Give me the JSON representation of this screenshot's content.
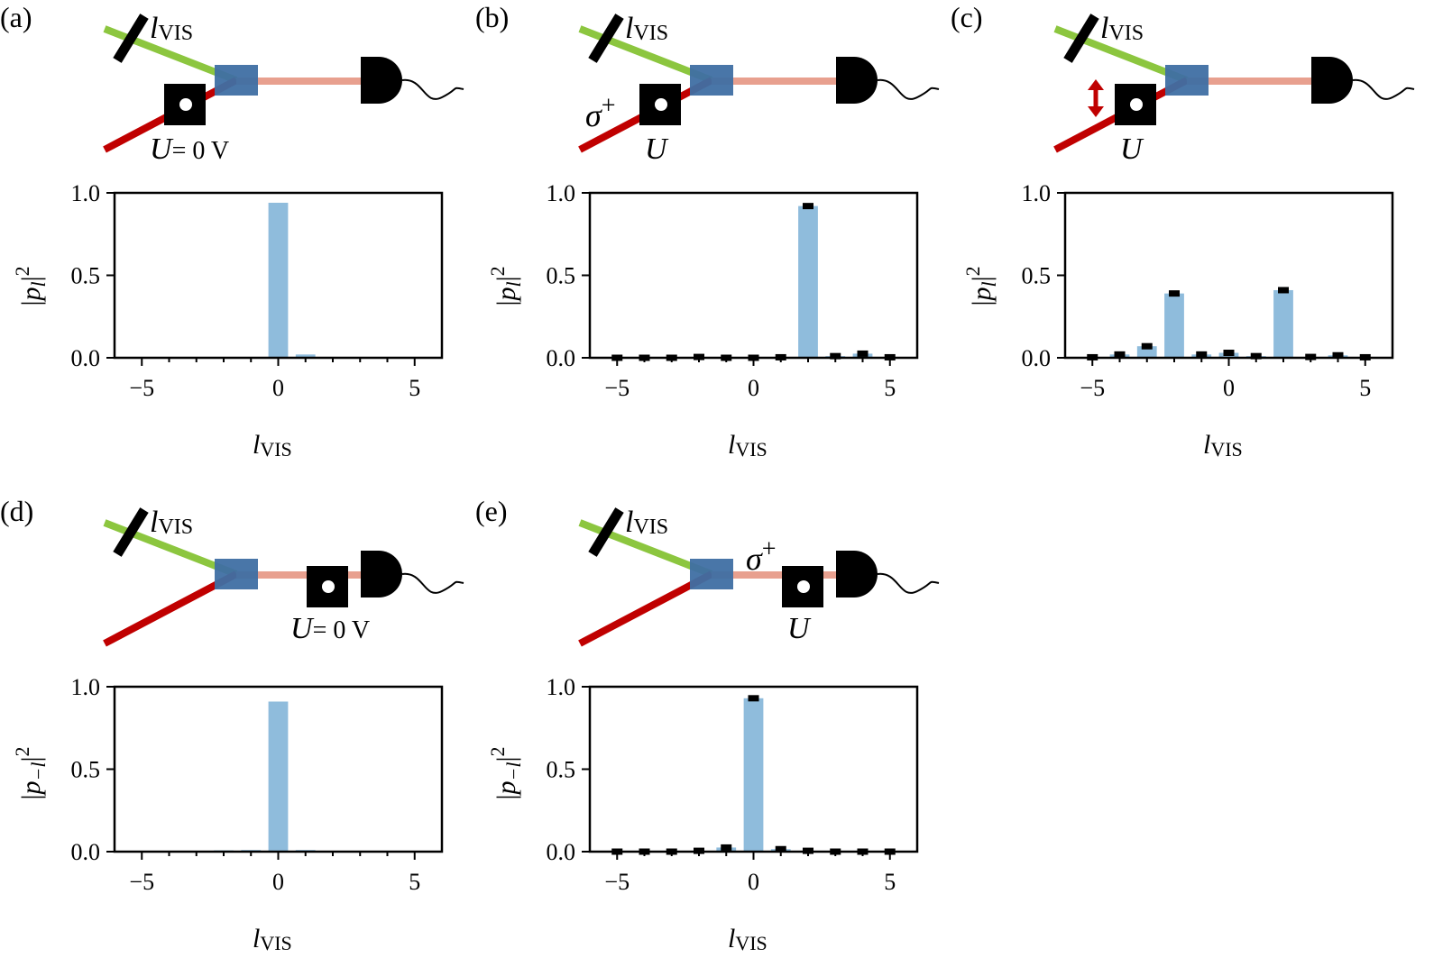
{
  "figure": {
    "panels": [
      {
        "id": "a",
        "label": "(a)",
        "diagram": {
          "mirror_label": "l",
          "mirror_label_sub": "VIS",
          "modulator_position": "input",
          "modulator_label": "U",
          "modulator_label_suffix": "= 0 V",
          "polarization_label": "",
          "polarization_label_sup": "",
          "arrow": false
        },
        "chart_data": {
          "type": "bar",
          "xlabel": "l",
          "xlabel_sub": "VIS",
          "ylabel": "|p_l|²",
          "ylabel_parts": {
            "open": "|p",
            "sub": "l",
            "close": "|",
            "sup": "2"
          },
          "xlim": [
            -6,
            6
          ],
          "ylim": [
            0,
            1
          ],
          "xticks": [
            -5,
            0,
            5
          ],
          "xtick_labels": [
            "−5",
            "0",
            "5"
          ],
          "yticks": [
            0,
            0.5,
            1
          ],
          "ytick_labels": [
            "0.0",
            "0.5",
            "1.0"
          ],
          "x": [
            -5,
            -4,
            -3,
            -2,
            -1,
            0,
            1,
            2,
            3,
            4,
            5
          ],
          "values": [
            0,
            0,
            0,
            0,
            0,
            0.94,
            0.02,
            0,
            0,
            0,
            0
          ],
          "error_bars": false,
          "color": "#8fbcdc"
        }
      },
      {
        "id": "b",
        "label": "(b)",
        "diagram": {
          "mirror_label": "l",
          "mirror_label_sub": "VIS",
          "modulator_position": "input",
          "modulator_label": "U",
          "modulator_label_suffix": "",
          "polarization_label": "σ",
          "polarization_label_sup": "+",
          "arrow": false
        },
        "chart_data": {
          "type": "bar",
          "xlabel": "l",
          "xlabel_sub": "VIS",
          "ylabel": "|p_l|²",
          "ylabel_parts": {
            "open": "|p",
            "sub": "l",
            "close": "|",
            "sup": "2"
          },
          "xlim": [
            -6,
            6
          ],
          "ylim": [
            0,
            1
          ],
          "xticks": [
            -5,
            0,
            5
          ],
          "xtick_labels": [
            "−5",
            "0",
            "5"
          ],
          "yticks": [
            0,
            0.5,
            1
          ],
          "ytick_labels": [
            "0.0",
            "0.5",
            "1.0"
          ],
          "x": [
            -5,
            -4,
            -3,
            -2,
            -1,
            0,
            1,
            2,
            3,
            4,
            5
          ],
          "values": [
            0,
            0,
            0,
            0.005,
            0,
            0,
            0.003,
            0.92,
            0.01,
            0.025,
            0.003
          ],
          "error_bars": true,
          "color": "#8fbcdc"
        }
      },
      {
        "id": "c",
        "label": "(c)",
        "diagram": {
          "mirror_label": "l",
          "mirror_label_sub": "VIS",
          "modulator_position": "input",
          "modulator_label": "U",
          "modulator_label_suffix": "",
          "polarization_label": "",
          "polarization_label_sup": "",
          "arrow": true
        },
        "chart_data": {
          "type": "bar",
          "xlabel": "l",
          "xlabel_sub": "VIS",
          "ylabel": "|p_l|²",
          "ylabel_parts": {
            "open": "|p",
            "sub": "l",
            "close": "|",
            "sup": "2"
          },
          "xlim": [
            -6,
            6
          ],
          "ylim": [
            0,
            1
          ],
          "xticks": [
            -5,
            0,
            5
          ],
          "xtick_labels": [
            "−5",
            "0",
            "5"
          ],
          "yticks": [
            0,
            0.5,
            1
          ],
          "ytick_labels": [
            "0.0",
            "0.5",
            "1.0"
          ],
          "x": [
            -5,
            -4,
            -3,
            -2,
            -1,
            0,
            1,
            2,
            3,
            4,
            5
          ],
          "values": [
            0.003,
            0.02,
            0.07,
            0.39,
            0.02,
            0.03,
            0.01,
            0.41,
            0.005,
            0.015,
            0.003
          ],
          "error_bars": true,
          "color": "#8fbcdc"
        }
      },
      {
        "id": "d",
        "label": "(d)",
        "diagram": {
          "mirror_label": "l",
          "mirror_label_sub": "VIS",
          "modulator_position": "output",
          "modulator_label": "U",
          "modulator_label_suffix": "= 0 V",
          "polarization_label": "",
          "polarization_label_sup": "",
          "arrow": false
        },
        "chart_data": {
          "type": "bar",
          "xlabel": "l",
          "xlabel_sub": "VIS",
          "ylabel": "|p_−l|²",
          "ylabel_parts": {
            "open": "|p",
            "sub": "−l",
            "close": "|",
            "sup": "2"
          },
          "xlim": [
            -6,
            6
          ],
          "ylim": [
            0,
            1
          ],
          "xticks": [
            -5,
            0,
            5
          ],
          "xtick_labels": [
            "−5",
            "0",
            "5"
          ],
          "yticks": [
            0,
            0.5,
            1
          ],
          "ytick_labels": [
            "0.0",
            "0.5",
            "1.0"
          ],
          "x": [
            -5,
            -4,
            -3,
            -2,
            -1,
            0,
            1,
            2,
            3,
            4,
            5
          ],
          "values": [
            0,
            0,
            0,
            0.008,
            0.01,
            0.91,
            0.01,
            0,
            0,
            0,
            0
          ],
          "error_bars": false,
          "color": "#8fbcdc"
        }
      },
      {
        "id": "e",
        "label": "(e)",
        "diagram": {
          "mirror_label": "l",
          "mirror_label_sub": "VIS",
          "modulator_position": "output",
          "modulator_label": "U",
          "modulator_label_suffix": "",
          "polarization_label": "σ",
          "polarization_label_sup": "+",
          "arrow": false
        },
        "chart_data": {
          "type": "bar",
          "xlabel": "l",
          "xlabel_sub": "VIS",
          "ylabel": "|p_−l|²",
          "ylabel_parts": {
            "open": "|p",
            "sub": "−l",
            "close": "|",
            "sup": "2"
          },
          "xlim": [
            -6,
            6
          ],
          "ylim": [
            0,
            1
          ],
          "xticks": [
            -5,
            0,
            5
          ],
          "xtick_labels": [
            "−5",
            "0",
            "5"
          ],
          "yticks": [
            0,
            0.5,
            1
          ],
          "ytick_labels": [
            "0.0",
            "0.5",
            "1.0"
          ],
          "x": [
            -5,
            -4,
            -3,
            -2,
            -1,
            0,
            1,
            2,
            3,
            4,
            5
          ],
          "values": [
            0,
            0,
            0,
            0.005,
            0.025,
            0.93,
            0.015,
            0.005,
            0,
            0,
            0
          ],
          "error_bars": true,
          "color": "#8fbcdc"
        }
      }
    ],
    "colors": {
      "green_beam": "#8cc63f",
      "red_beam": "#c00000",
      "pink_beam": "#e8a08f",
      "beamsplitter": "#3f6fa3",
      "bar": "#8fbcdc",
      "polarization_b": "#c00000",
      "polarization_e": "#e8a08f",
      "arrow": "#c00000"
    },
    "icons": [
      "mirror-icon",
      "beam-splitter-icon",
      "q-plate-modulator-icon",
      "detector-icon",
      "double-arrow-icon"
    ]
  }
}
